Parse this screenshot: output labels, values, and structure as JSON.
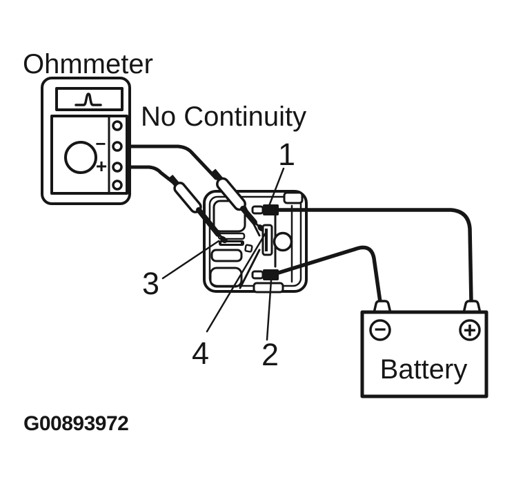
{
  "labels": {
    "ohmmeter": "Ohmmeter",
    "no_continuity": "No Continuity",
    "battery": "Battery",
    "figure_id": "G00893972"
  },
  "ohmmeter": {
    "minus": "−",
    "plus": "+"
  },
  "battery": {
    "minus": "−",
    "plus": "+"
  },
  "relay": {
    "pins": [
      "1",
      "2",
      "3",
      "4"
    ]
  },
  "colors": {
    "ink": "#161616",
    "background": "#ffffff"
  }
}
